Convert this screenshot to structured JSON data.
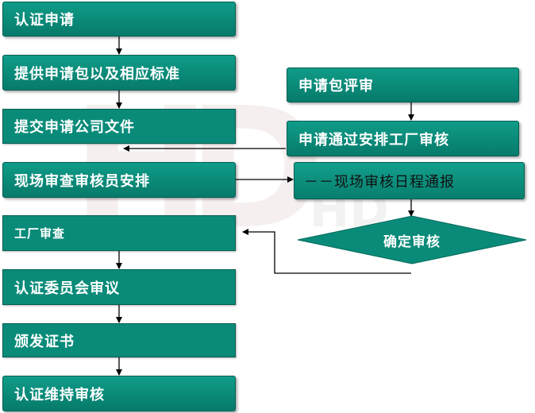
{
  "steps": {
    "certification_application": "认证申请",
    "provide_package_and_standards": "提供申请包以及相应标准",
    "submit_company_documents": "提交申请公司文件",
    "onsite_auditor_arrangement": "现场审查审核员安排",
    "factory_audit": "工厂审查",
    "certification_committee_review": "认证委员会审议",
    "issue_certificate": "颁发证书",
    "certification_maintenance_audit": "认证维持审核"
  },
  "right_steps": {
    "package_review": "申请包评审",
    "approved_arrange_factory_audit": "申请通过安排工厂审核",
    "onsite_audit_schedule_notice": "－－现场审核日程通报",
    "confirm_audit": "确定审核"
  },
  "colors": {
    "box_fill": "#0a8b79",
    "arrow": "#000000"
  }
}
